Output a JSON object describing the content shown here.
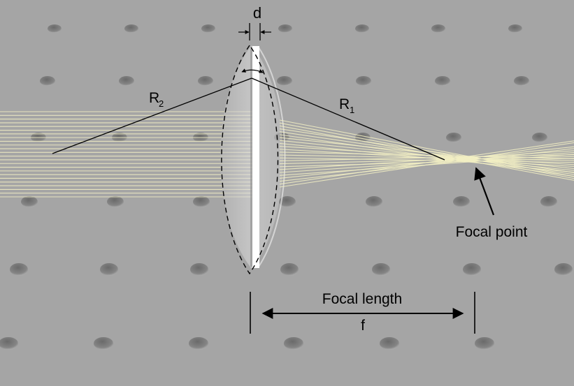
{
  "labels": {
    "d": "d",
    "r2": "R",
    "r2_sub": "2",
    "r1": "R",
    "r1_sub": "1",
    "focal_point": "Focal point",
    "focal_length": "Focal length",
    "f": "f"
  },
  "colors": {
    "background": "#a5a5a5",
    "hole": "#7c7c7c",
    "beam": "#f3f0c4",
    "lens_body": "#d4d4d4",
    "ink": "#000000"
  }
}
